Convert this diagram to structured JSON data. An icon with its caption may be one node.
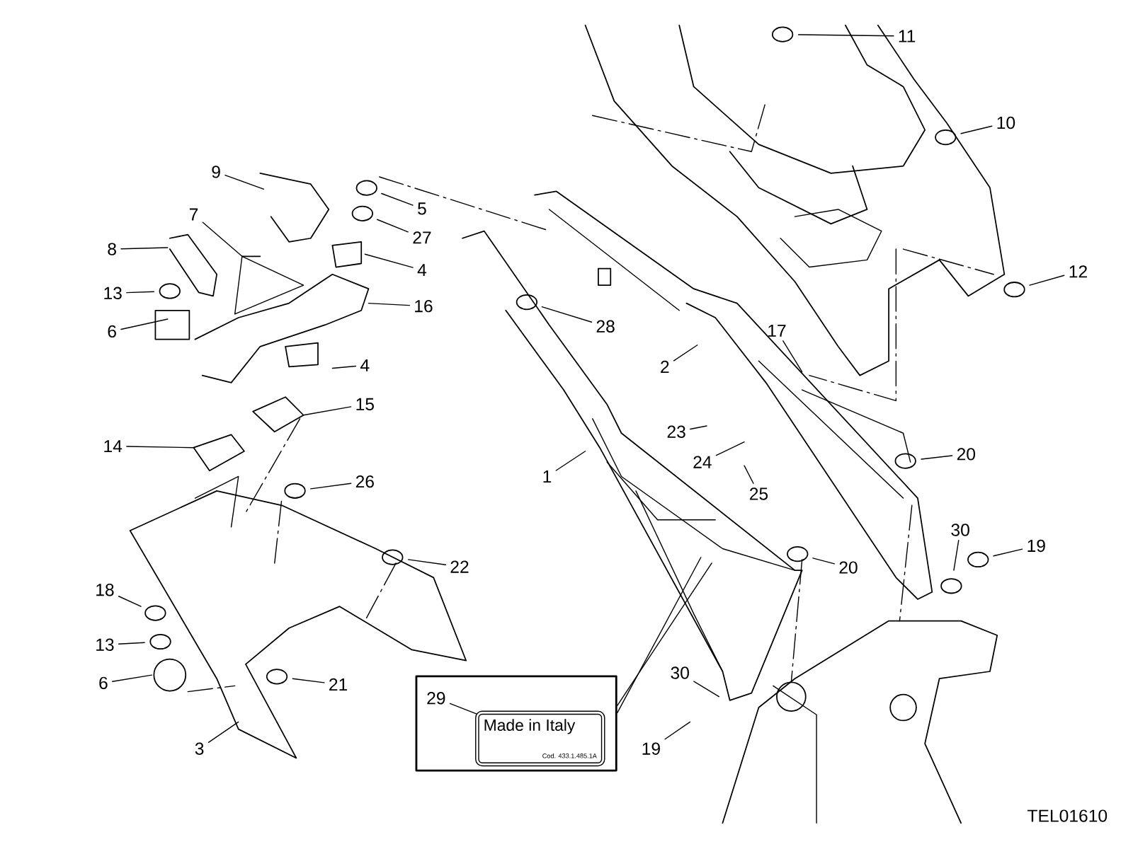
{
  "diagram": {
    "nodes": [
      {
        "text": [
          "11"
        ]
      },
      {
        "text": [
          "10"
        ]
      },
      {
        "text": [
          "9"
        ]
      },
      {
        "text": [
          "7"
        ]
      },
      {
        "text": [
          "5"
        ]
      },
      {
        "text": [
          "27"
        ]
      },
      {
        "text": [
          "8"
        ]
      },
      {
        "text": [
          "4"
        ]
      },
      {
        "text": [
          "12"
        ]
      },
      {
        "text": [
          "13"
        ]
      },
      {
        "text": [
          "16"
        ]
      },
      {
        "text": [
          "28"
        ]
      },
      {
        "text": [
          "6"
        ]
      },
      {
        "text": [
          "17"
        ]
      },
      {
        "text": [
          "4"
        ]
      },
      {
        "text": [
          "2"
        ]
      },
      {
        "text": [
          "15"
        ]
      },
      {
        "text": [
          "23"
        ]
      },
      {
        "text": [
          "14"
        ]
      },
      {
        "text": [
          "24"
        ]
      },
      {
        "text": [
          "20"
        ]
      },
      {
        "text": [
          "1"
        ]
      },
      {
        "text": [
          "26"
        ]
      },
      {
        "text": [
          "25"
        ]
      },
      {
        "text": [
          "30"
        ]
      },
      {
        "text": [
          "19"
        ]
      },
      {
        "text": [
          "22"
        ]
      },
      {
        "text": [
          "20"
        ]
      },
      {
        "text": [
          "18"
        ]
      },
      {
        "text": [
          "13"
        ]
      },
      {
        "text": [
          "6"
        ]
      },
      {
        "text": [
          "21"
        ]
      },
      {
        "text": [
          "30"
        ]
      },
      {
        "text": [],
        "shape": "box"
      },
      {
        "text": [
          "29"
        ],
        "in": 33
      },
      {
        "text": [
          "Made in Italy",
          "Cod. 433.1.485.1A"
        ],
        "in": 33
      },
      {
        "text": [
          "3"
        ]
      },
      {
        "text": [
          "19"
        ]
      }
    ],
    "edges": [
      {
        "from": 0,
        "to": null,
        "arrow": "none"
      },
      {
        "from": 1,
        "to": null,
        "arrow": "none"
      },
      {
        "from": 2,
        "to": null,
        "arrow": "none"
      },
      {
        "from": 3,
        "to": null,
        "arrow": "none"
      },
      {
        "from": 4,
        "to": null,
        "arrow": "none"
      },
      {
        "from": 5,
        "to": null,
        "arrow": "none"
      },
      {
        "from": 6,
        "to": null,
        "arrow": "none"
      },
      {
        "from": 7,
        "to": null,
        "arrow": "none"
      },
      {
        "from": 8,
        "to": null,
        "arrow": "none"
      },
      {
        "from": 9,
        "to": null,
        "arrow": "none"
      },
      {
        "from": 10,
        "to": null,
        "arrow": "none"
      },
      {
        "from": 11,
        "to": null,
        "arrow": "none"
      },
      {
        "from": 12,
        "to": null,
        "arrow": "none"
      },
      {
        "from": 13,
        "to": null,
        "arrow": "none"
      },
      {
        "from": 14,
        "to": null,
        "arrow": "none"
      },
      {
        "from": 15,
        "to": null,
        "arrow": "none"
      },
      {
        "from": 16,
        "to": null,
        "arrow": "none"
      },
      {
        "from": 17,
        "to": null,
        "arrow": "none"
      },
      {
        "from": 18,
        "to": null,
        "arrow": "none"
      },
      {
        "from": 19,
        "to": null,
        "arrow": "none"
      },
      {
        "from": 20,
        "to": null,
        "arrow": "none"
      },
      {
        "from": 21,
        "to": null,
        "arrow": "none"
      },
      {
        "from": 22,
        "to": null,
        "arrow": "none"
      },
      {
        "from": 23,
        "to": null,
        "arrow": "none"
      },
      {
        "from": 24,
        "to": null,
        "arrow": "none"
      },
      {
        "from": 25,
        "to": null,
        "arrow": "none"
      },
      {
        "from": 26,
        "to": null,
        "arrow": "none"
      },
      {
        "from": 27,
        "to": null,
        "arrow": "none"
      },
      {
        "from": 28,
        "to": null,
        "arrow": "none"
      },
      {
        "from": 29,
        "to": null,
        "arrow": "none"
      },
      {
        "from": 30,
        "to": null,
        "arrow": "none"
      },
      {
        "from": 31,
        "to": null,
        "arrow": "none"
      },
      {
        "from": 32,
        "to": null,
        "arrow": "none"
      },
      {
        "from": 33,
        "to": null,
        "arrow": "none"
      },
      {
        "from": 33,
        "to": null,
        "arrow": "none"
      },
      {
        "from": 34,
        "to": 35,
        "arrow": "none"
      },
      {
        "from": 36,
        "to": null,
        "arrow": "none"
      },
      {
        "from": 37,
        "to": null,
        "arrow": "none"
      }
    ],
    "labels": [
      "TEL01610"
    ]
  }
}
